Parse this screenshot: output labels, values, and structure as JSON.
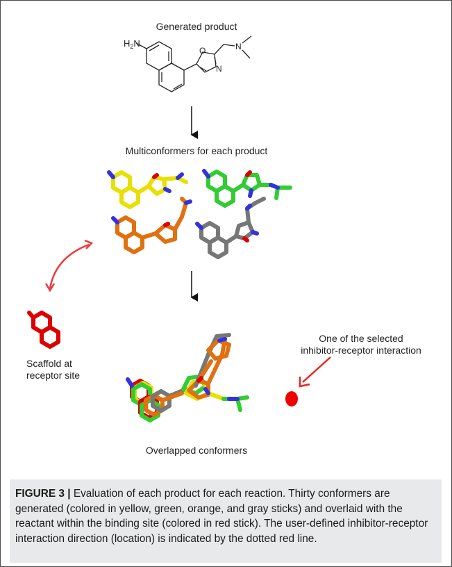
{
  "figure": {
    "title_generated": "Generated product",
    "title_multiconformers": "Multiconformers for each product",
    "label_scaffold": "Scaffold at\nreceptor site",
    "label_scaffold_line1": "Scaffold at",
    "label_scaffold_line2": "receptor site",
    "label_interaction_line1": "One of the selected",
    "label_interaction_line2": "inhibitor-receptor interaction",
    "title_overlapped": "Overlapped conformers",
    "atom_h2n": "H",
    "atom_h2n_sub": "2",
    "atom_n_amine": "N",
    "atom_o": "O",
    "atom_n_ring": "N",
    "atom_n_dimethyl": "N"
  },
  "caption": {
    "label": "FIGURE 3 |",
    "text": " Evaluation of each product for each reaction. Thirty conformers are generated (colored in yellow, green, orange, and gray sticks) and overlaid with the reactant within the binding site (colored in red stick). The user-defined inhibitor-receptor interaction direction (location) is indicated by the dotted red line."
  },
  "colors": {
    "yellow": "#e8e000",
    "green": "#33cc33",
    "orange": "#e07010",
    "gray": "#777777",
    "red": "#dd0000",
    "blue": "#3333dd",
    "caption_bg": "#e8e9ea"
  }
}
